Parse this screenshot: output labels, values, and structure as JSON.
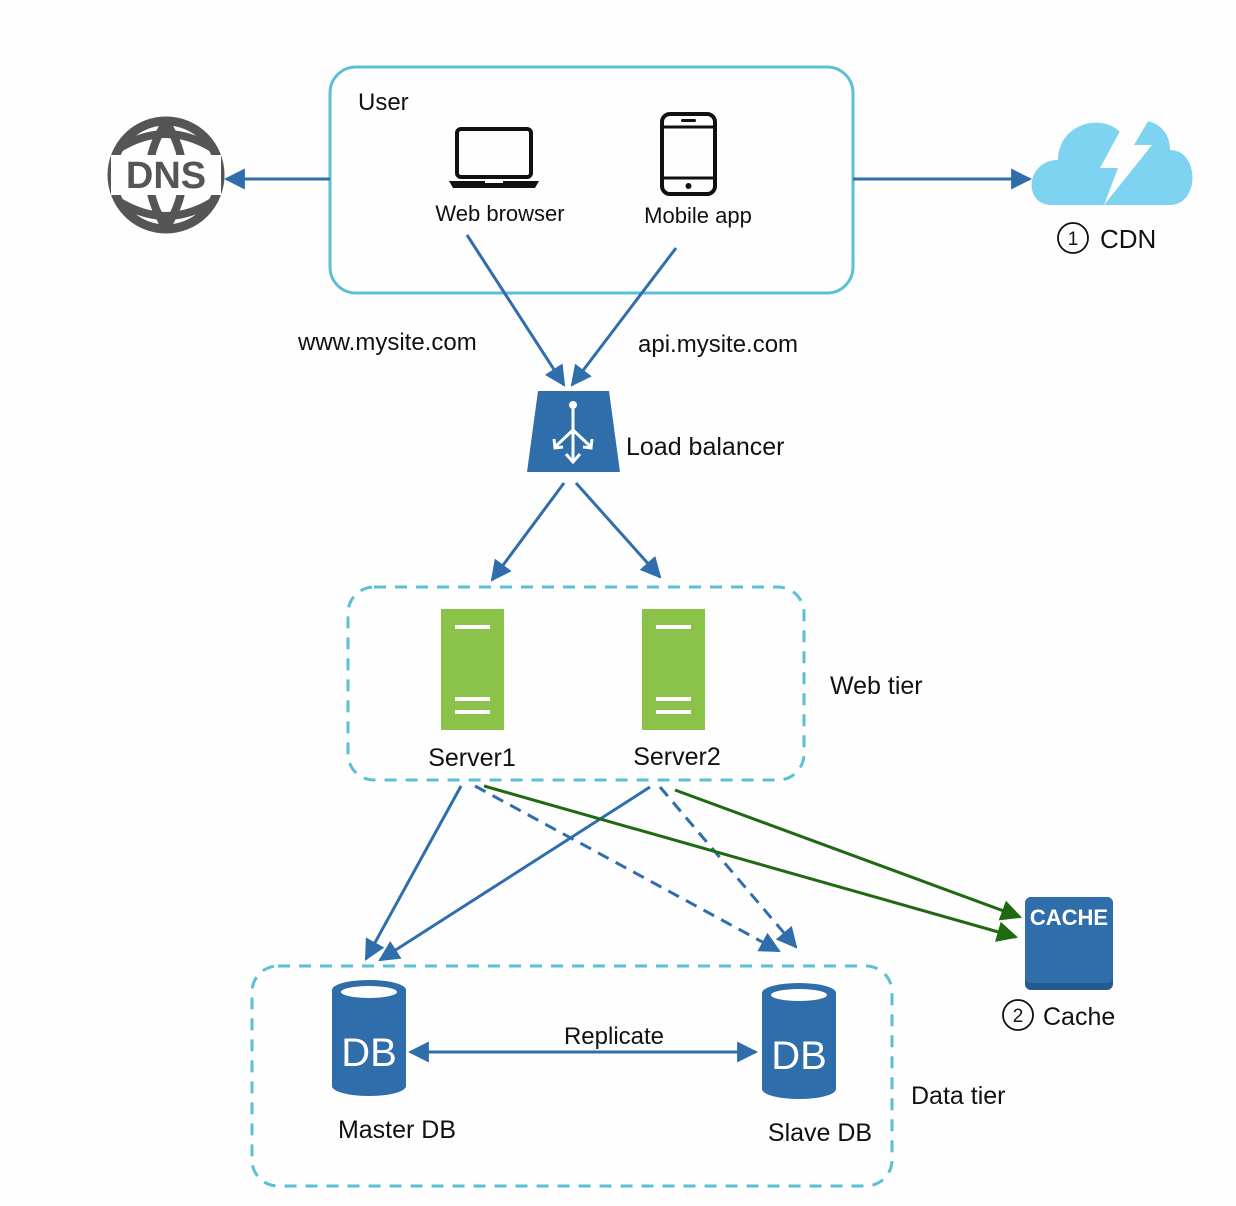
{
  "colors": {
    "edge": "#2f6eab",
    "cache_edge": "#1f6a10",
    "user_box": "#5bbfd6",
    "tier_box": "#5bbfd6",
    "server": "#8bc34a",
    "db": "#2f6eab",
    "cdn": "#7dd3f0",
    "dns": "#555555"
  },
  "user": {
    "title": "User",
    "web_browser": "Web browser",
    "mobile_app": "Mobile app"
  },
  "dns": {
    "label": "DNS"
  },
  "cdn": {
    "marker": "1",
    "label": "CDN"
  },
  "domains": {
    "web": "www.mysite.com",
    "api": "api.mysite.com"
  },
  "load_balancer": {
    "label": "Load balancer"
  },
  "web_tier": {
    "label": "Web tier",
    "server1": "Server1",
    "server2": "Server2"
  },
  "cache": {
    "badge": "CACHE",
    "marker": "2",
    "label": "Cache"
  },
  "data_tier": {
    "label": "Data tier",
    "master_icon": "DB",
    "master_label": "Master DB",
    "slave_icon": "DB",
    "slave_label": "Slave DB",
    "replicate": "Replicate"
  }
}
